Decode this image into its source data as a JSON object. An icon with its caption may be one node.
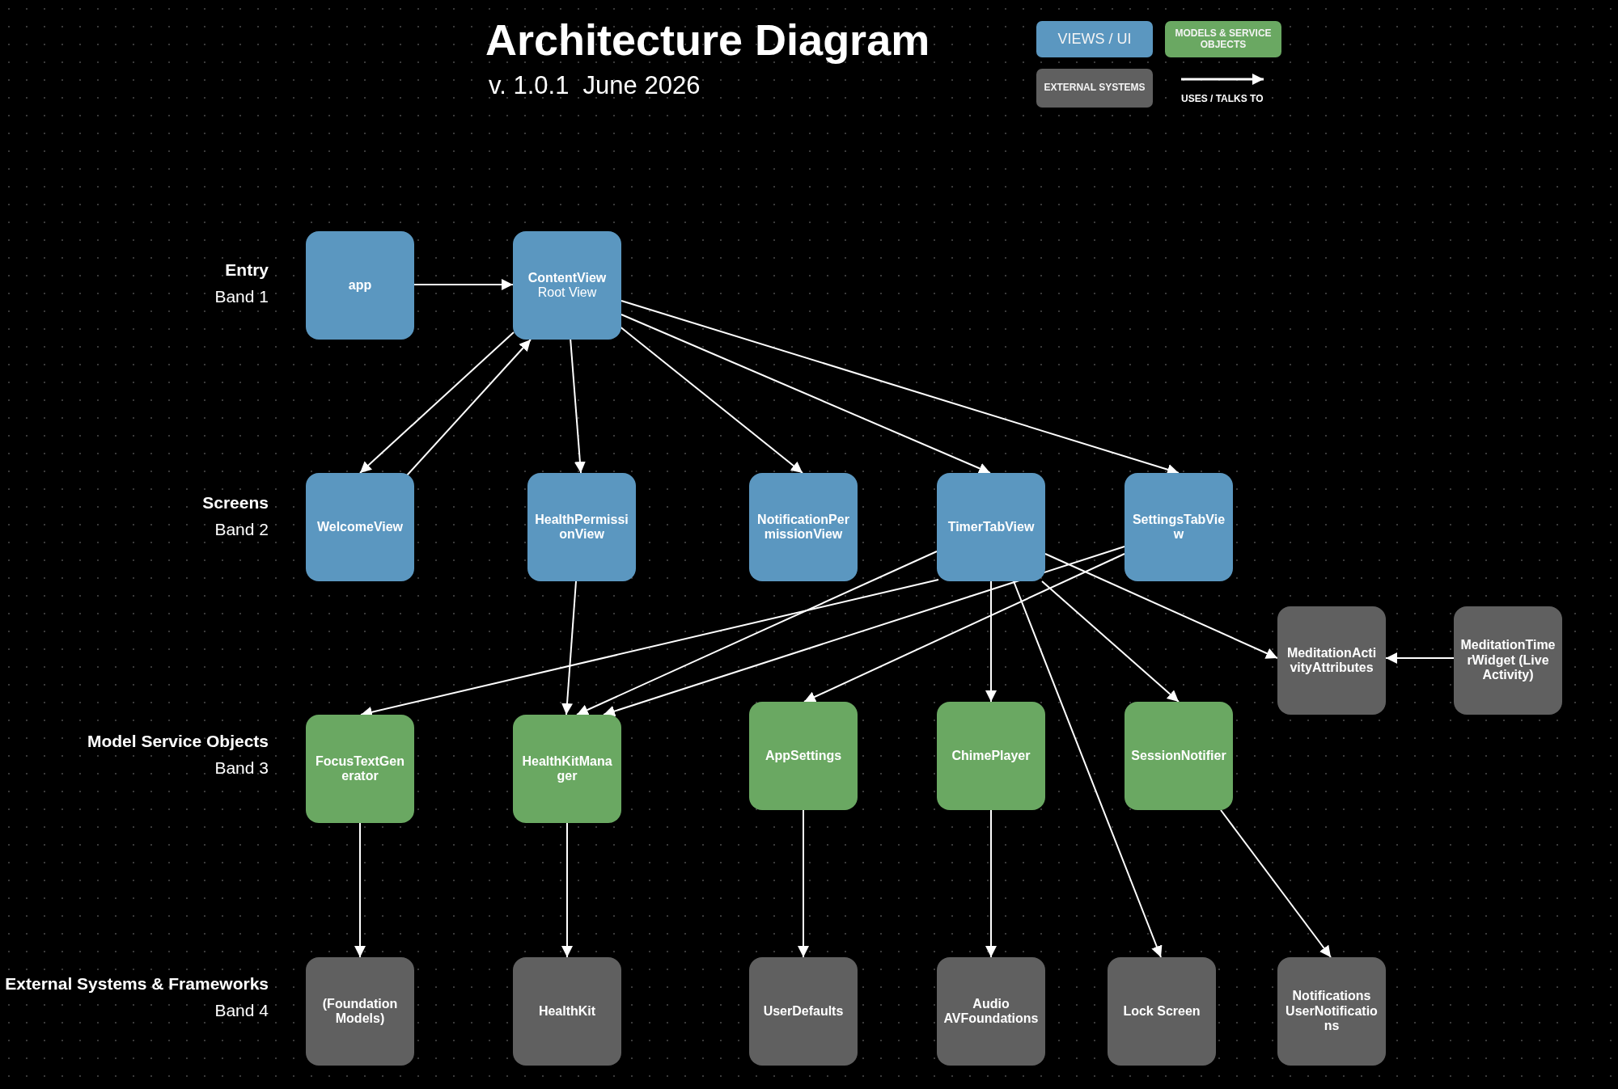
{
  "diagram": {
    "title": "Architecture Diagram",
    "nodes": [
      {
        "text": [
          "app"
        ]
      },
      {
        "text": [
          "ContentView",
          "Root View"
        ]
      },
      {
        "text": [
          "WelcomeView"
        ]
      },
      {
        "text": [
          "HealthPermissionView"
        ]
      },
      {
        "text": [
          "NotificationPermissionView"
        ]
      },
      {
        "text": [
          "TimerTabView"
        ]
      },
      {
        "text": [
          "SettingsTabView"
        ]
      },
      {
        "text": [
          "MeditationActivityAttributes"
        ]
      },
      {
        "text": [
          "MeditationTimerWidget (Live Activity)"
        ]
      },
      {
        "text": [
          "FocusTextGenerator"
        ]
      },
      {
        "text": [
          "HealthKitManager"
        ]
      },
      {
        "text": [
          "AppSettings"
        ]
      },
      {
        "text": [
          "ChimePlayer"
        ]
      },
      {
        "text": [
          "SessionNotifier"
        ]
      },
      {
        "text": [
          "(Foundation Models)"
        ]
      },
      {
        "text": [
          "HealthKit"
        ]
      },
      {
        "text": [
          "UserDefaults"
        ]
      },
      {
        "text": [
          "Audio AVFoundations"
        ]
      },
      {
        "text": [
          "Lock Screen"
        ]
      },
      {
        "text": [
          "Notifications UserNotifications"
        ]
      }
    ],
    "edges": [
      {
        "from": 0,
        "to": 1,
        "arrow": "to"
      },
      {
        "from": 1,
        "to": 2,
        "arrow": "to"
      },
      {
        "from": 2,
        "to": 1,
        "arrow": "to"
      },
      {
        "from": 1,
        "to": 3,
        "arrow": "to"
      },
      {
        "from": 1,
        "to": 4,
        "arrow": "to"
      },
      {
        "from": 1,
        "to": 5,
        "arrow": "to"
      },
      {
        "from": 1,
        "to": 6,
        "arrow": "to"
      },
      {
        "from": 3,
        "to": 10,
        "arrow": "to"
      },
      {
        "from": 5,
        "to": 9,
        "arrow": "to"
      },
      {
        "from": 5,
        "to": 10,
        "arrow": "to"
      },
      {
        "from": 6,
        "to": 10,
        "arrow": "to"
      },
      {
        "from": 6,
        "to": 11,
        "arrow": "to"
      },
      {
        "from": 5,
        "to": 12,
        "arrow": "to"
      },
      {
        "from": 5,
        "to": 18,
        "arrow": "to"
      },
      {
        "from": 5,
        "to": 13,
        "arrow": "to"
      },
      {
        "from": 5,
        "to": 7,
        "arrow": "to"
      },
      {
        "from": 8,
        "to": 7,
        "arrow": "to"
      },
      {
        "from": 9,
        "to": 14,
        "arrow": "to"
      },
      {
        "from": 10,
        "to": 15,
        "arrow": "to"
      },
      {
        "from": 11,
        "to": 16,
        "arrow": "to"
      },
      {
        "from": 12,
        "to": 17,
        "arrow": "to"
      },
      {
        "from": 13,
        "to": 19,
        "arrow": "to"
      }
    ],
    "labels": [
      "v. 1.0.1  June 2026",
      "Entry",
      "Band 1",
      "Screens",
      "Band 2",
      "Model Service Objects",
      "Band 3",
      "External Systems & Frameworks",
      "Band 4"
    ],
    "legend": [
      {
        "text": "VIEWS / UI",
        "color": "#5b97c0"
      },
      {
        "text": "MODELS & SERVICE OBJECTS",
        "color": "#6aa862"
      },
      {
        "text": "EXTERNAL SYSTEMS",
        "color": "#606060"
      },
      {
        "text": "USES / TALKS TO"
      }
    ]
  }
}
